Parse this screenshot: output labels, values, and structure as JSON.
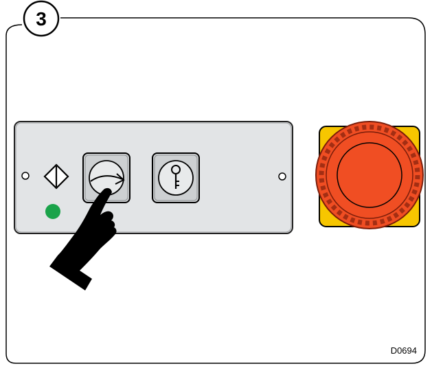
{
  "step": {
    "number": "3"
  },
  "figure": {
    "code": "D0694"
  },
  "panel": {
    "status_led_color": "#1aa34a",
    "start_symbol": "start-symbol-icon",
    "buttons": [
      {
        "name": "rotate-start-button",
        "icon": "curved-arrow-icon"
      },
      {
        "name": "key-switch-button",
        "icon": "key-icon"
      }
    ]
  },
  "emergency_stop": {
    "cap_color": "#f04e23",
    "base_color": "#f7c600"
  },
  "hand": {
    "icon": "pointing-hand-icon"
  }
}
